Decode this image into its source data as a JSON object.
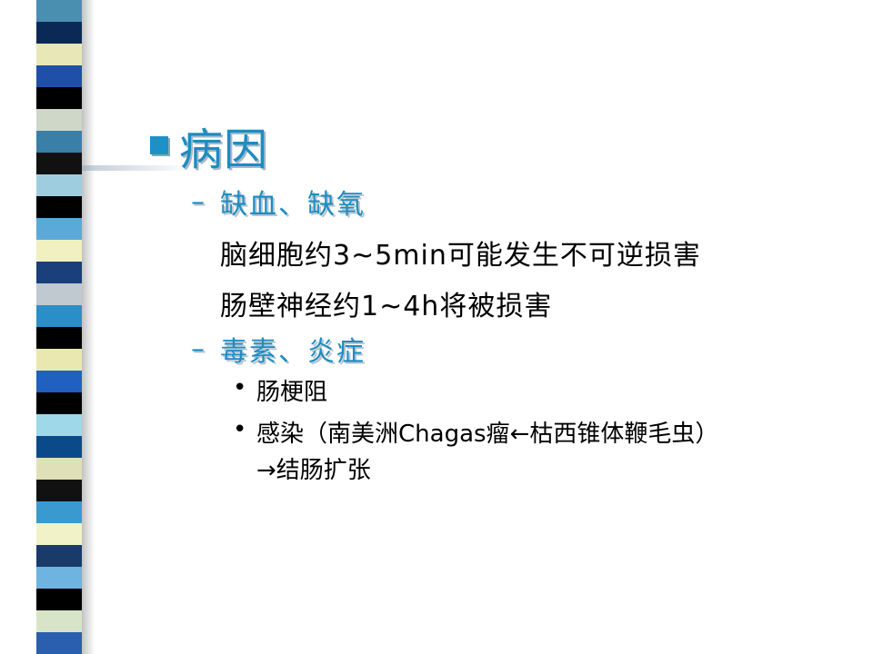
{
  "slide": {
    "title": "病因",
    "sections": [
      {
        "heading": "缺血、缺氧",
        "lines": [
          "脑细胞约3~5min可能发生不可逆损害",
          "肠壁神经约1~4h将被损害"
        ]
      },
      {
        "heading": "毒素、炎症",
        "bullets": [
          "肠梗阻",
          "感染（南美洲Chagas瘤←枯西锥体鞭毛虫）",
          "→结肠扩张"
        ]
      }
    ]
  },
  "colors": {
    "title": "#1e8cc0",
    "title_square": "#1e90c8",
    "stripe_blocks": [
      "#4a8fb0",
      "#0a2a55",
      "#e7e7b8",
      "#1f4fa8",
      "#000000",
      "#cfd7c8",
      "#3a7fa8",
      "#111111",
      "#9fcde0",
      "#000000",
      "#5aa9d8",
      "#f0f0c0",
      "#1a3f7a",
      "#c0c8d0",
      "#2a8fc8",
      "#000000",
      "#e8e8b0",
      "#2060c0",
      "#000000",
      "#9fd8e8",
      "#0a4a8a",
      "#e0e0b8",
      "#111111",
      "#3a9ad0",
      "#f2f2c8",
      "#1a3a6a",
      "#6fb3e0",
      "#000000",
      "#d8e4c8",
      "#2a5fb0"
    ]
  }
}
